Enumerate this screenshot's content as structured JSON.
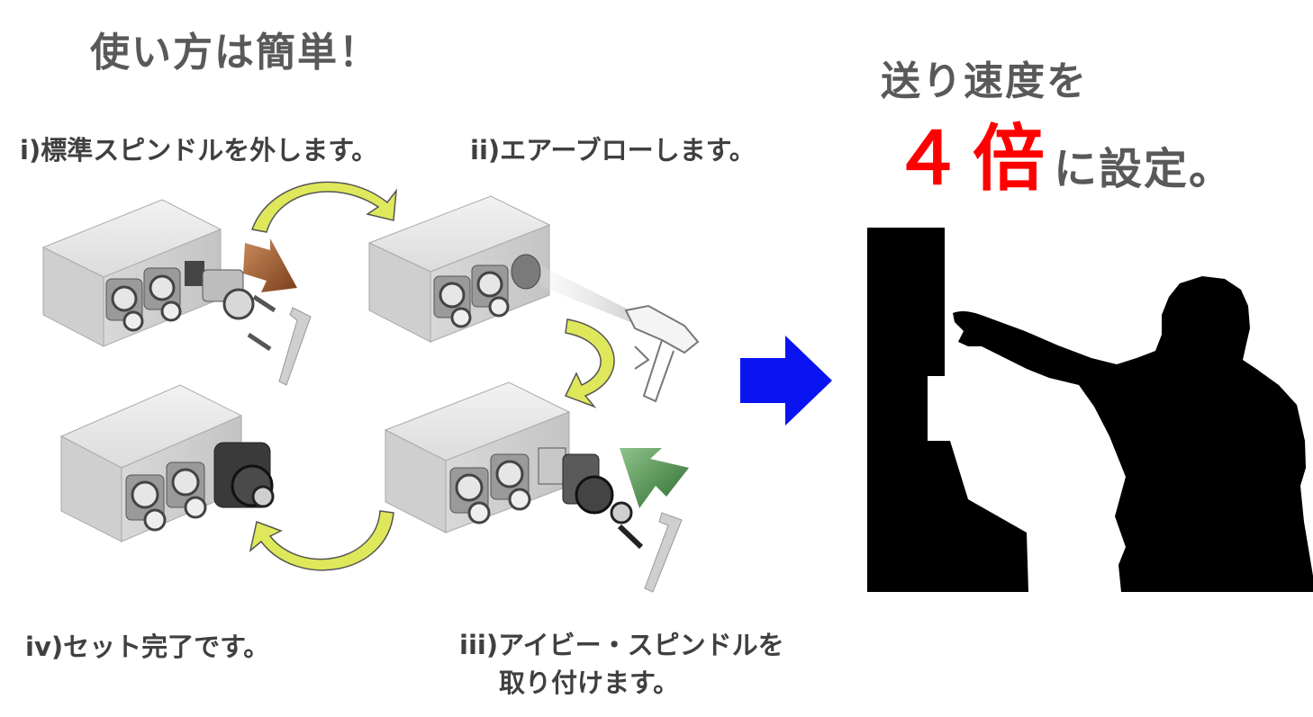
{
  "title": "使い方は簡単！",
  "steps": {
    "s1": "i)標準スピンドルを外します。",
    "s2": "ii)エアーブローします。",
    "s3": "iv)セット完了です。",
    "s4_line1": "iii)アイビー・スピンドルを",
    "s4_line2": "取り付けます。"
  },
  "right": {
    "line1": "送り速度を",
    "number": "４倍",
    "tail": "に設定。"
  },
  "colors": {
    "red_emphasis": "#ff0000",
    "arrow_blue": "#0a14f0",
    "curve_arrow": "#dfe85a",
    "silhouette": "#000000"
  }
}
